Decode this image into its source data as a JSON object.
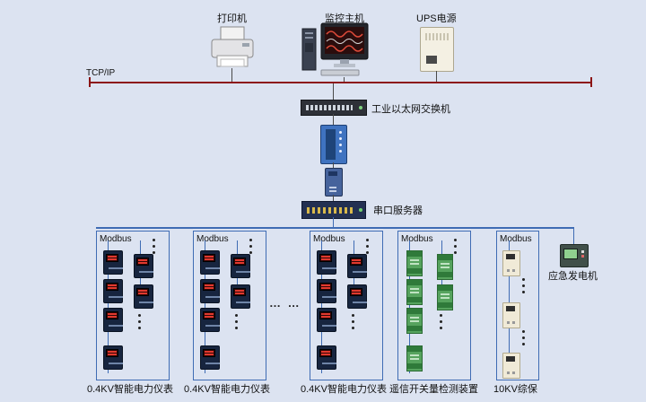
{
  "colors": {
    "background": "#dce3f1",
    "tcp_bus_red": "#8c1515",
    "modbus_blue": "#3f6cb4"
  },
  "top_row": {
    "printer_label": "打印机",
    "host_label": "监控主机",
    "ups_label": "UPS电源"
  },
  "backbone": {
    "tcpip_label": "TCP/IP",
    "switch_label": "工业以太网交换机",
    "serial_server_label": "串口服务器"
  },
  "groups": [
    {
      "bus_label": "Modbus",
      "caption": "0.4KV智能电力仪表"
    },
    {
      "bus_label": "Modbus",
      "caption": "0.4KV智能电力仪表"
    },
    {
      "bus_label": "Modbus",
      "caption": "0.4KV智能电力仪表"
    },
    {
      "bus_label": "Modbus",
      "caption": "遥信开关量检测装置"
    },
    {
      "bus_label": "Modbus",
      "caption": "10KV综保"
    }
  ],
  "generator": {
    "label": "应急发电机"
  },
  "continuation_ellipsis": "… …"
}
